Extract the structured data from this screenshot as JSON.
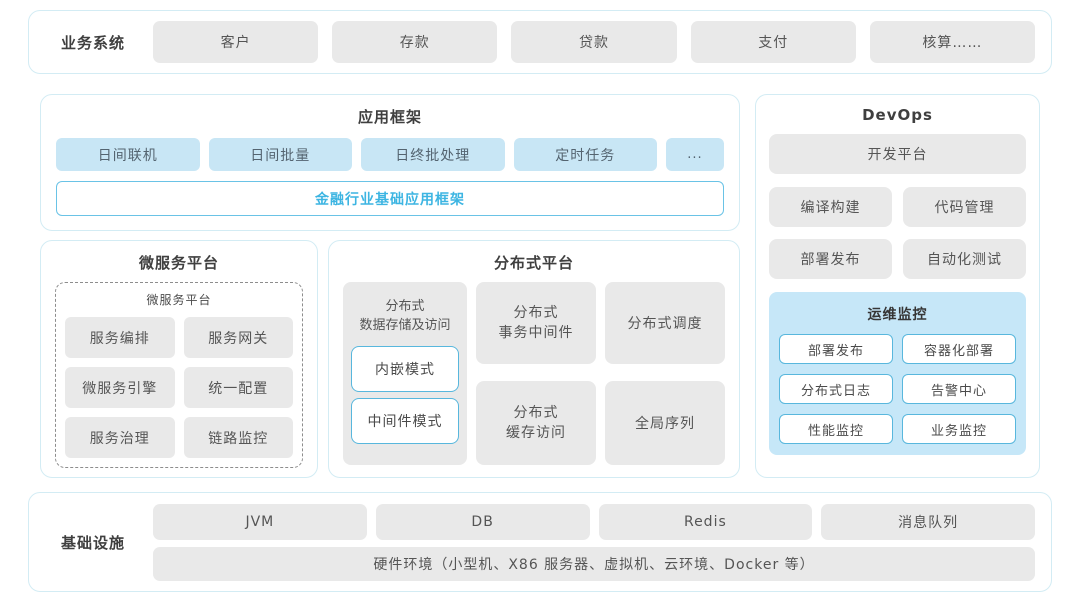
{
  "business_systems": {
    "label": "业务系统",
    "items": [
      "客户",
      "存款",
      "贷款",
      "支付",
      "核算……"
    ]
  },
  "app_framework": {
    "title": "应用框架",
    "items": [
      "日间联机",
      "日间批量",
      "日终批处理",
      "定时任务",
      "..."
    ],
    "base_framework": "金融行业基础应用框架"
  },
  "microservice_platform": {
    "title": "微服务平台",
    "inner_title": "微服务平台",
    "items": [
      "服务编排",
      "服务网关",
      "微服务引擎",
      "统一配置",
      "服务治理",
      "链路监控"
    ]
  },
  "distributed_platform": {
    "title": "分布式平台",
    "storage_group": {
      "label": "分布式\n数据存储及访问",
      "modes": [
        "内嵌模式",
        "中间件模式"
      ]
    },
    "cells": {
      "transaction": "分布式\n事务中间件",
      "scheduling": "分布式调度",
      "cache": "分布式\n缓存访问",
      "sequence": "全局序列"
    }
  },
  "devops": {
    "title": "DevOps",
    "dev_platform": "开发平台",
    "items": [
      "编译构建",
      "代码管理",
      "部署发布",
      "自动化测试"
    ],
    "ops_monitoring": {
      "title": "运维监控",
      "items": [
        "部署发布",
        "容器化部署",
        "分布式日志",
        "告警中心",
        "性能监控",
        "业务监控"
      ]
    }
  },
  "infrastructure": {
    "label": "基础设施",
    "items": [
      "JVM",
      "DB",
      "Redis",
      "消息队列"
    ],
    "hardware": "硬件环境（小型机、X86 服务器、虚拟机、云环境、Docker 等）"
  },
  "colors": {
    "panel_border": "#d3ecf4",
    "gray_box": "#e9e9e9",
    "blue_box": "#c8e6f5",
    "ops_bg": "#c6e7f8",
    "accent_border": "#6ac3e6",
    "accent_text": "#3db5e2",
    "title_text": "#3f3f3f",
    "box_text": "#555555"
  }
}
